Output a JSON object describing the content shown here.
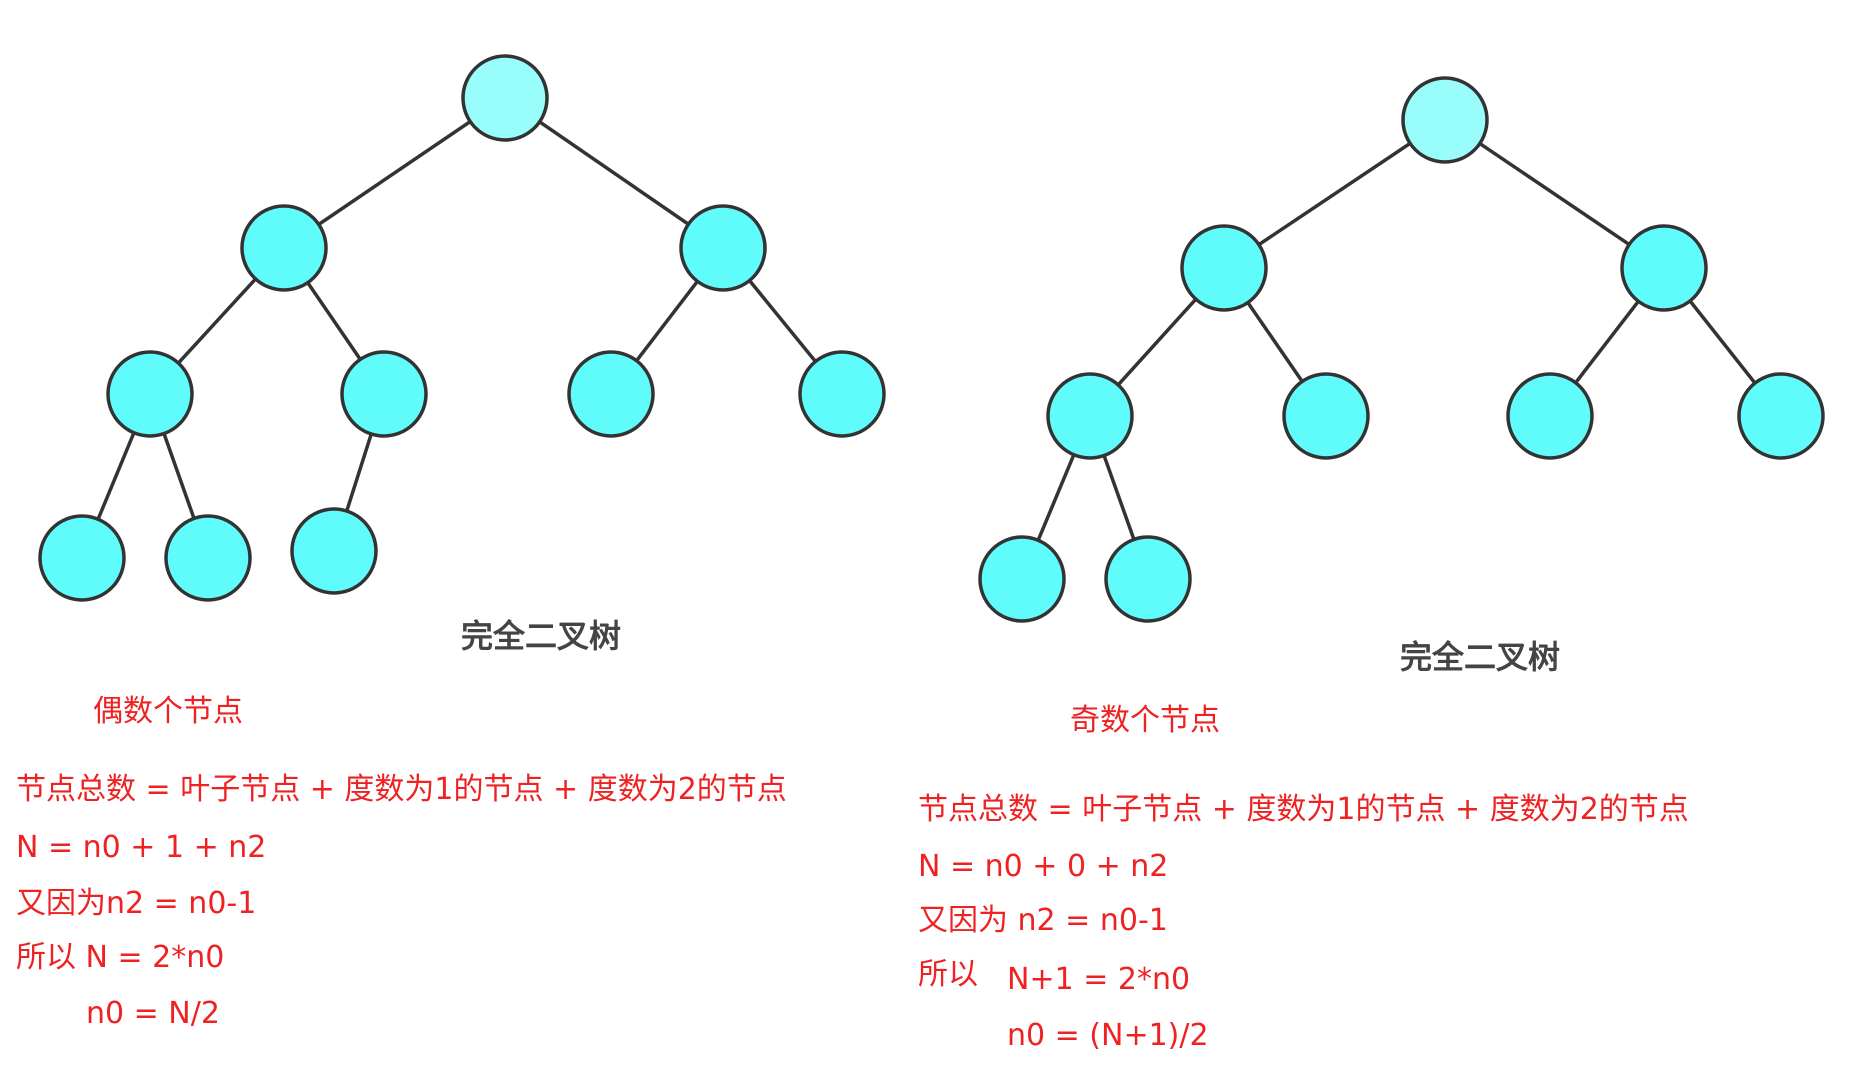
{
  "colors": {
    "root_fill": "#99fdfc",
    "node_fill": "#5ffcfb",
    "stroke": "#333333",
    "annotation": "#ee2222",
    "caption": "#444444"
  },
  "trees": [
    {
      "caption": "完全二叉树",
      "case_title": "偶数个节点",
      "lines": [
        "节点总数 = 叶子节点 + 度数为1的节点 + 度数为2的节点",
        "N = n0 + 1 + n2",
        "又因为n2 = n0-1",
        "所以 N = 2*n0",
        "n0 = N/2"
      ]
    },
    {
      "caption": "完全二叉树",
      "case_title": "奇数个节点",
      "lines": [
        "节点总数 = 叶子节点 + 度数为1的节点 + 度数为2的节点",
        "N = n0 + 0 + n2",
        "又因为 n2 = n0-1",
        "所以",
        "N+1 = 2*n0",
        "n0 = (N+1)/2"
      ]
    }
  ]
}
